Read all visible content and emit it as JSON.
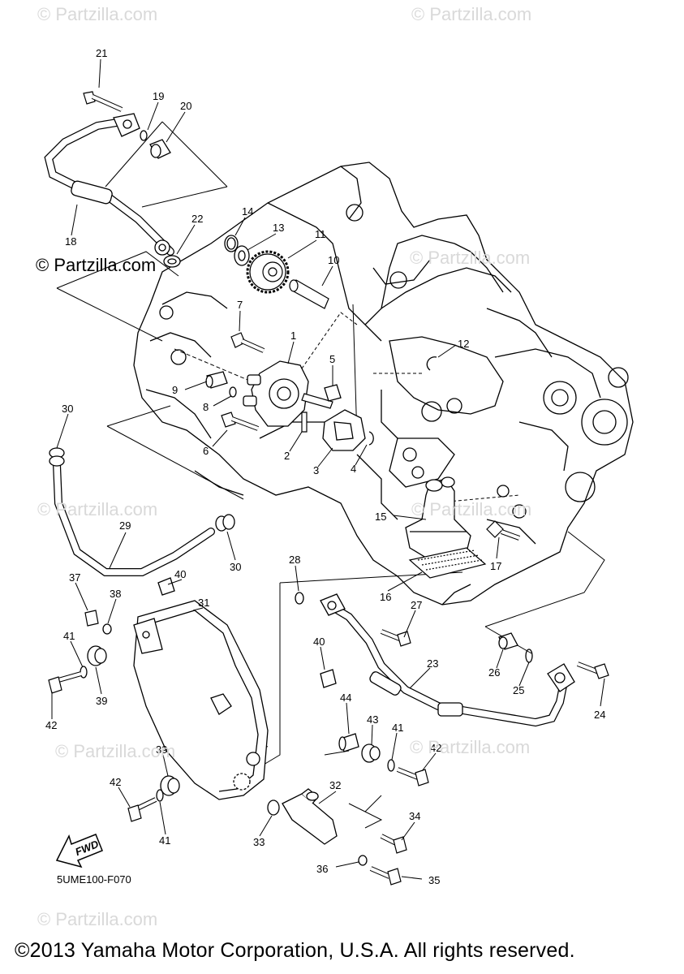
{
  "watermarks": [
    "© Partzilla.com",
    "© Partzilla.com",
    "© Partzilla.com",
    "© Partzilla.com",
    "© Partzilla.com",
    "© Partzilla.com",
    "© Partzilla.com",
    "© Partzilla.com"
  ],
  "watermark_strong": "© Partzilla.com",
  "diagram_code": "5UME100-F070",
  "fwd_label": "FWD",
  "copyright": "©2013 Yamaha Motor Corporation, U.S.A. All rights reserved.",
  "callouts": [
    "21",
    "19",
    "20",
    "18",
    "22",
    "14",
    "13",
    "11",
    "10",
    "7",
    "1",
    "5",
    "12",
    "9",
    "8",
    "6",
    "2",
    "3",
    "4",
    "30",
    "29",
    "30",
    "15",
    "17",
    "16",
    "28",
    "27",
    "37",
    "38",
    "40",
    "31",
    "41",
    "39",
    "42",
    "40",
    "26",
    "25",
    "24",
    "23",
    "44",
    "43",
    "41",
    "42",
    "39",
    "42",
    "41",
    "32",
    "33",
    "34",
    "36",
    "35"
  ]
}
